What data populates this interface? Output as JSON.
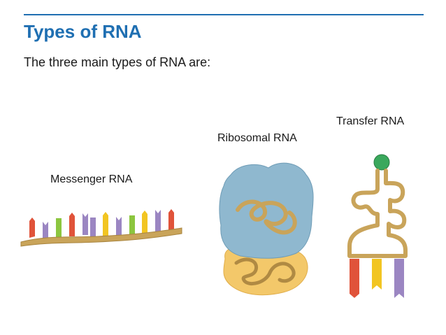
{
  "slide": {
    "title": "Types of RNA",
    "subtitle": "The three main types of RNA are:"
  },
  "rna_types": {
    "messenger": {
      "label": "Messenger RNA"
    },
    "ribosomal": {
      "label": "Ribosomal RNA"
    },
    "transfer": {
      "label": "Transfer RNA"
    }
  },
  "colors": {
    "title": "#1f6fb2",
    "backbone": "#c9a45a",
    "base_red": "#e0533a",
    "base_yellow": "#f2c522",
    "base_purple": "#9b86c2",
    "base_green": "#8cc63f",
    "ribosome_large": "#8fb8cf",
    "ribosome_small": "#f3c86a",
    "amino_acid": "#3aa85c"
  }
}
